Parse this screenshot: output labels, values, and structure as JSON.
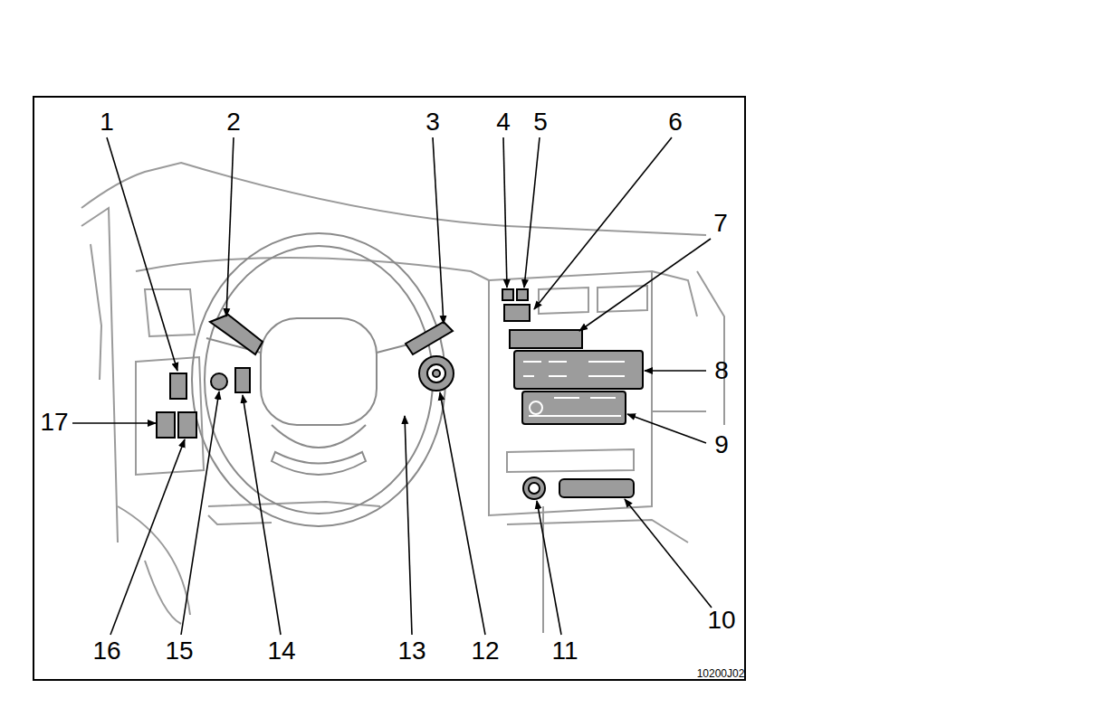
{
  "diagram": {
    "labels": [
      "1",
      "2",
      "3",
      "4",
      "5",
      "6",
      "7",
      "8",
      "17",
      "9",
      "10",
      "16",
      "15",
      "14",
      "13",
      "12",
      "11",
      "10200J02"
    ]
  }
}
